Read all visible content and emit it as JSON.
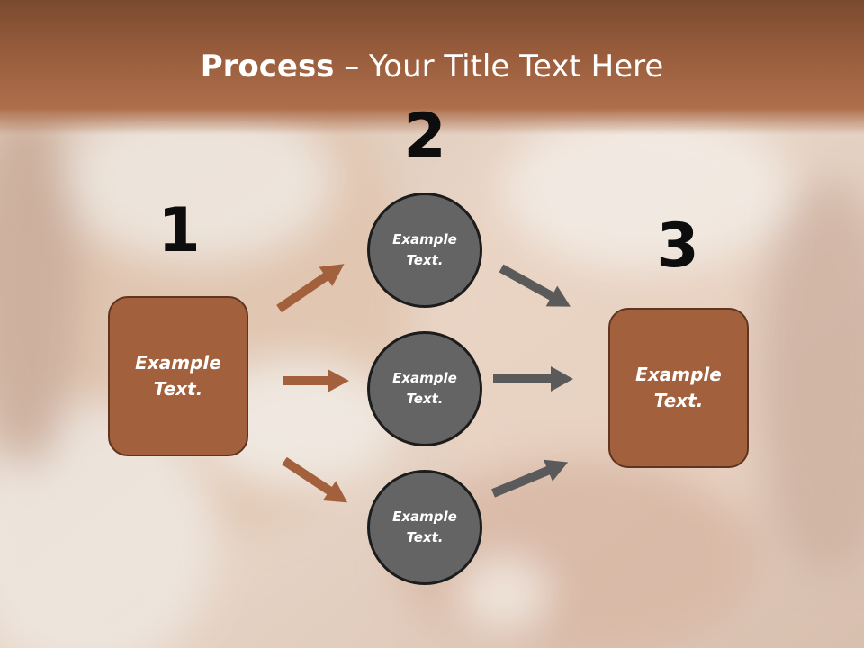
{
  "title": {
    "bold": "Process",
    "rest": " – Your Title Text Here"
  },
  "steps": [
    {
      "number": "1",
      "label": "Example\nText."
    },
    {
      "number": "2",
      "circles": [
        "Example\nText.",
        "Example\nText.",
        "Example\nText."
      ]
    },
    {
      "number": "3",
      "label": "Example\nText."
    }
  ],
  "colors": {
    "box": "#a3603c",
    "circle": "#646464",
    "arrow_in": "#a3603c",
    "arrow_out": "#5a5a5a",
    "header": "#9c5f3e"
  },
  "icons": {
    "left_arrows": "arrow-right-icon",
    "right_arrows": "arrow-right-icon"
  }
}
